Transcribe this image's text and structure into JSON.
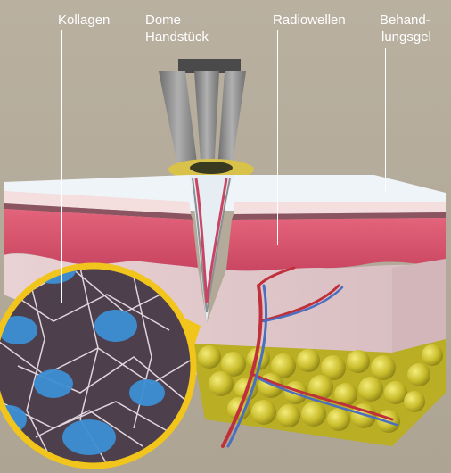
{
  "labels": {
    "kollagen": "Kollagen",
    "dome_line1": "Dome",
    "dome_line2": "Handstück",
    "radiowellen": "Radiowellen",
    "behand_line1": "Behand-",
    "behand_line2": "lungsgel"
  },
  "colors": {
    "background": "#b3aa9a",
    "dermis": "#d8546e",
    "epidermis": "#f2d9d9",
    "fat": "#cdc233",
    "hypodermis": "#f0dadc",
    "gel": "#eef4f8",
    "magnifier_ring": "#f1c51c",
    "collagen_blue": "#3d8fd3",
    "handpiece": "#8f8f8f"
  }
}
